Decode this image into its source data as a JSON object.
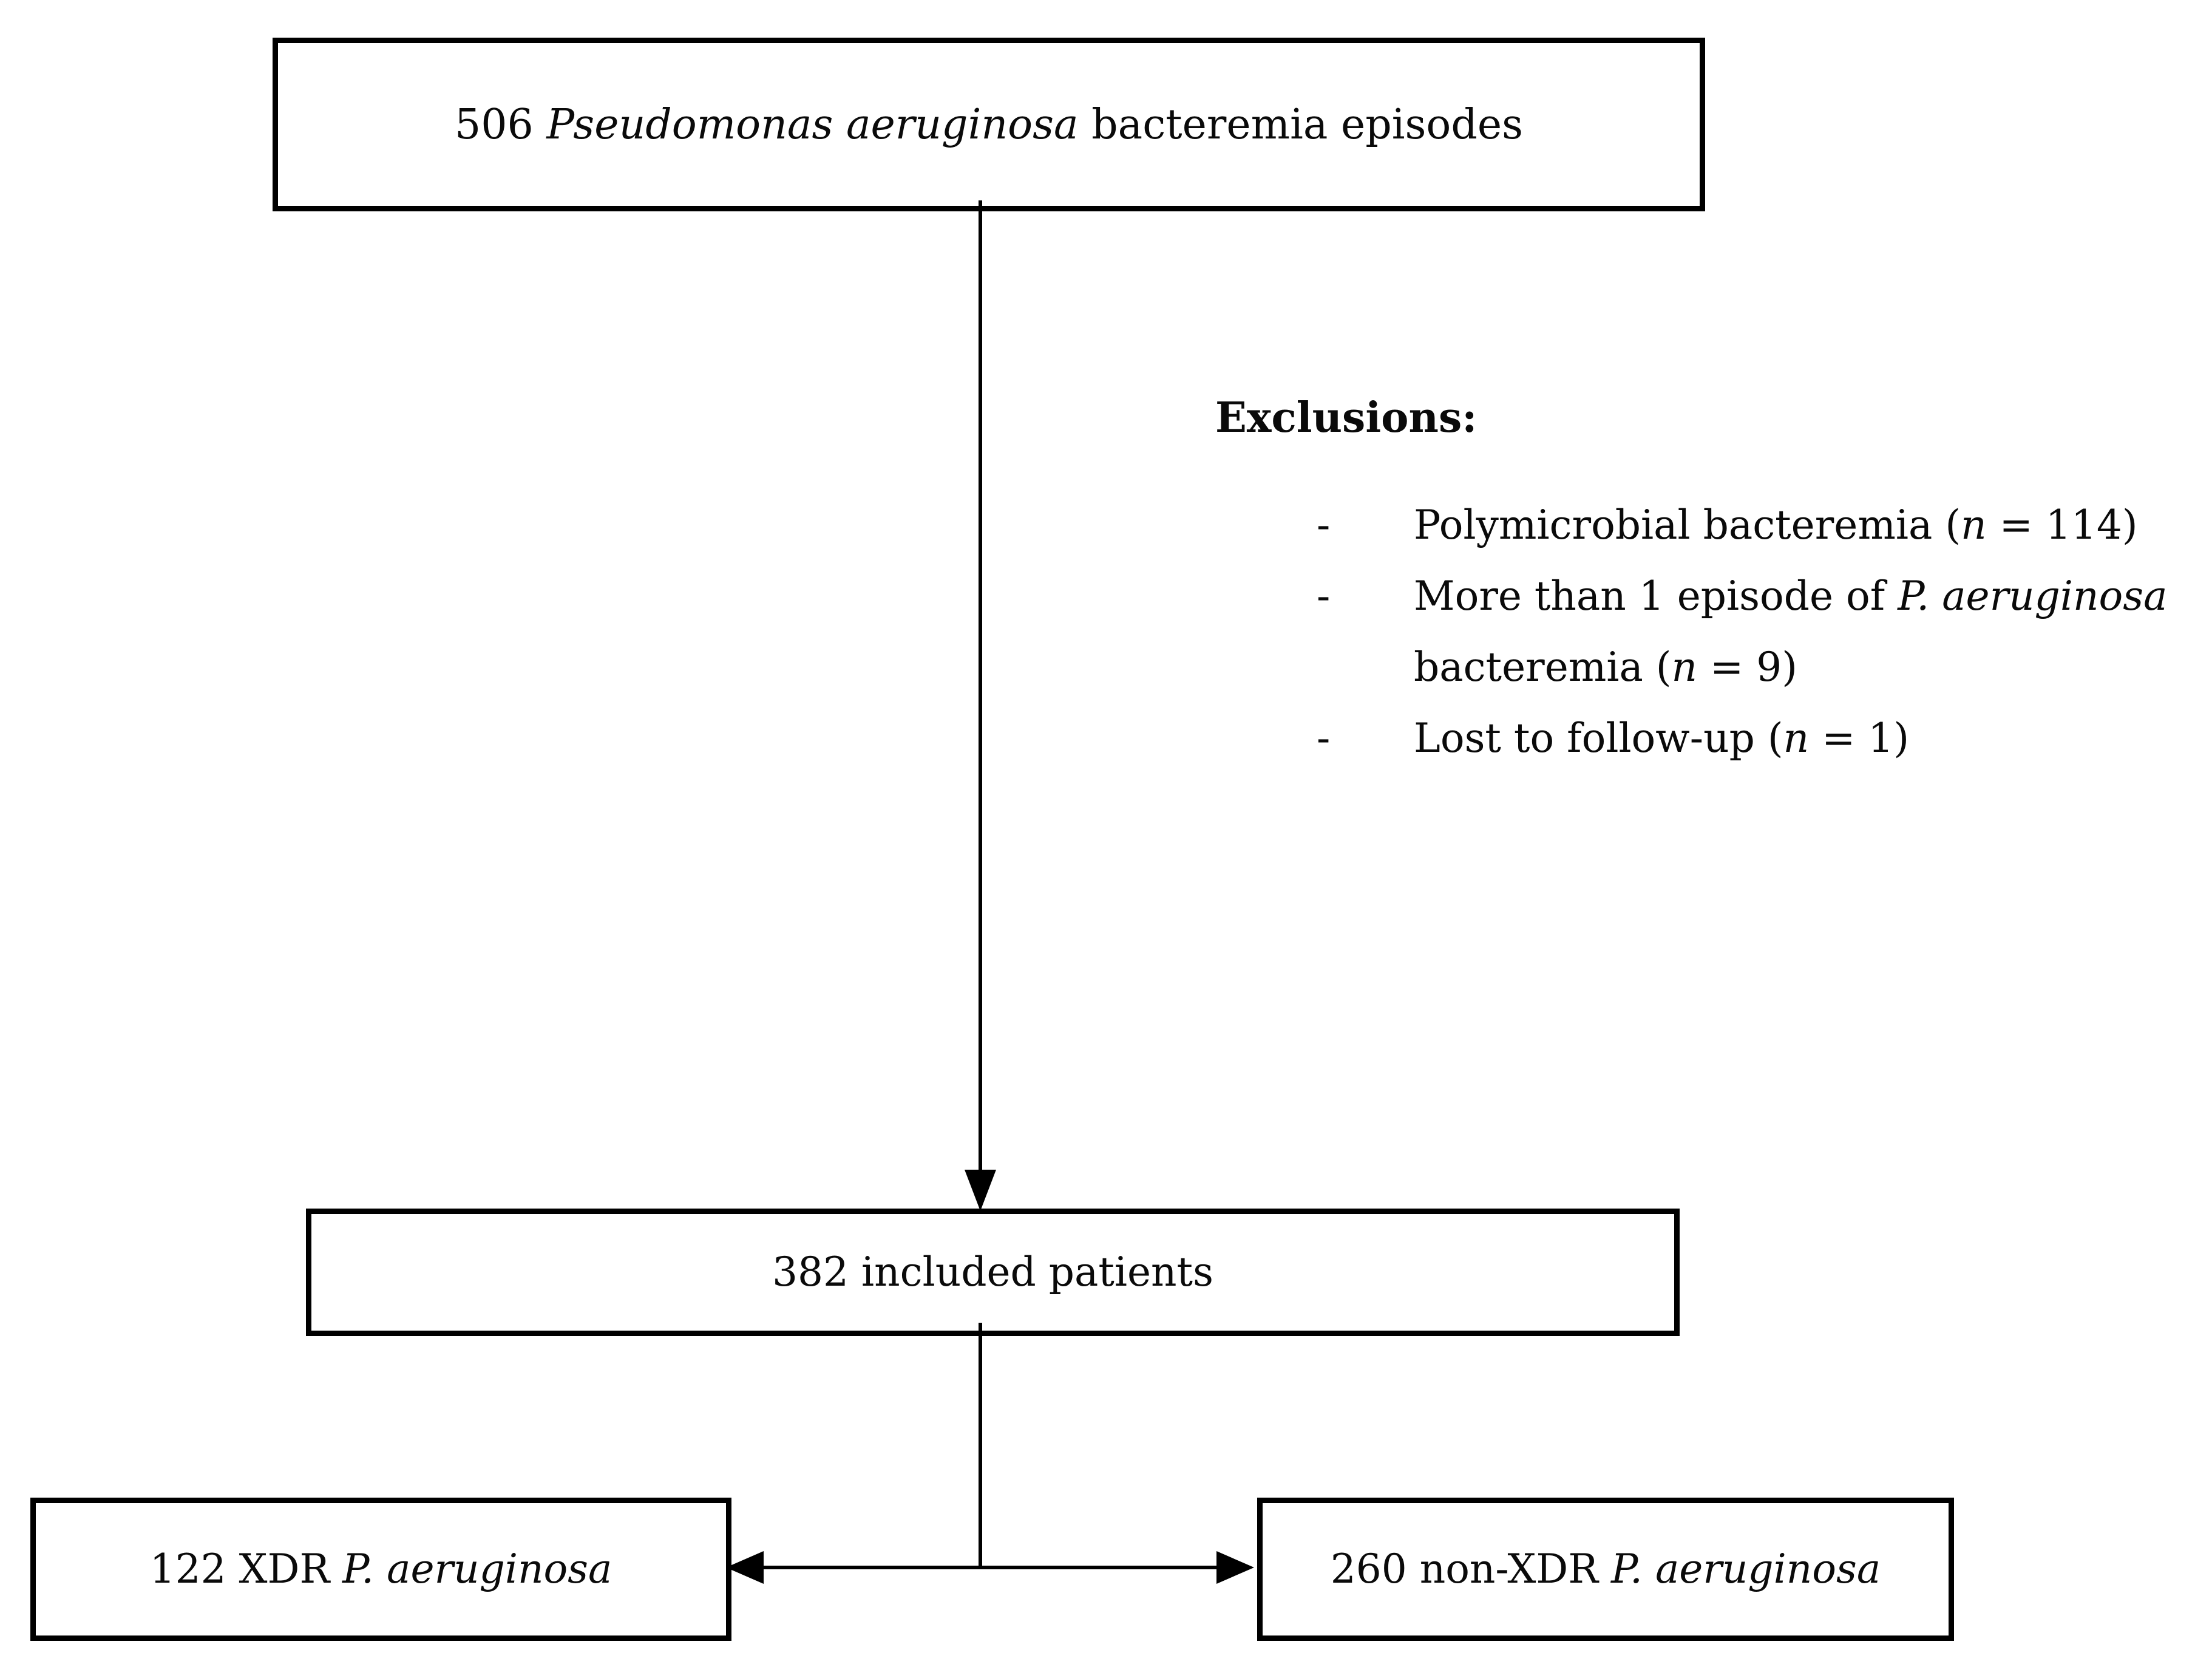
{
  "figure": {
    "top_box": {
      "count_prefix": "506 ",
      "organism_italic": "Pseudomonas aeruginosa",
      "suffix": " bacteremia episodes"
    },
    "exclusions": {
      "heading": "Exclusions:",
      "bullet_glyph": "-",
      "items": [
        {
          "before": "Polymicrobial bacteremia (",
          "n_italic": "n",
          "after": " = 114)"
        },
        {
          "line1_before": "More than 1 episode of ",
          "line1_italic": "P. aeruginosa",
          "line2_before": "bacteremia (",
          "line2_italic": "n",
          "line2_after": " = 9)"
        },
        {
          "before": "Lost to follow-up (",
          "n_italic": "n",
          "after": " = 1)"
        }
      ]
    },
    "middle_box": {
      "label": "382 included patients"
    },
    "left_box": {
      "prefix": "122 XDR ",
      "organism_italic": "P. aeruginosa"
    },
    "right_box": {
      "prefix": "260 non-XDR ",
      "organism_italic": "P. aeruginosa"
    },
    "colors": {
      "lines_and_borders": "#000000",
      "background": "#ffffff",
      "text": "#0a0a0a"
    }
  }
}
